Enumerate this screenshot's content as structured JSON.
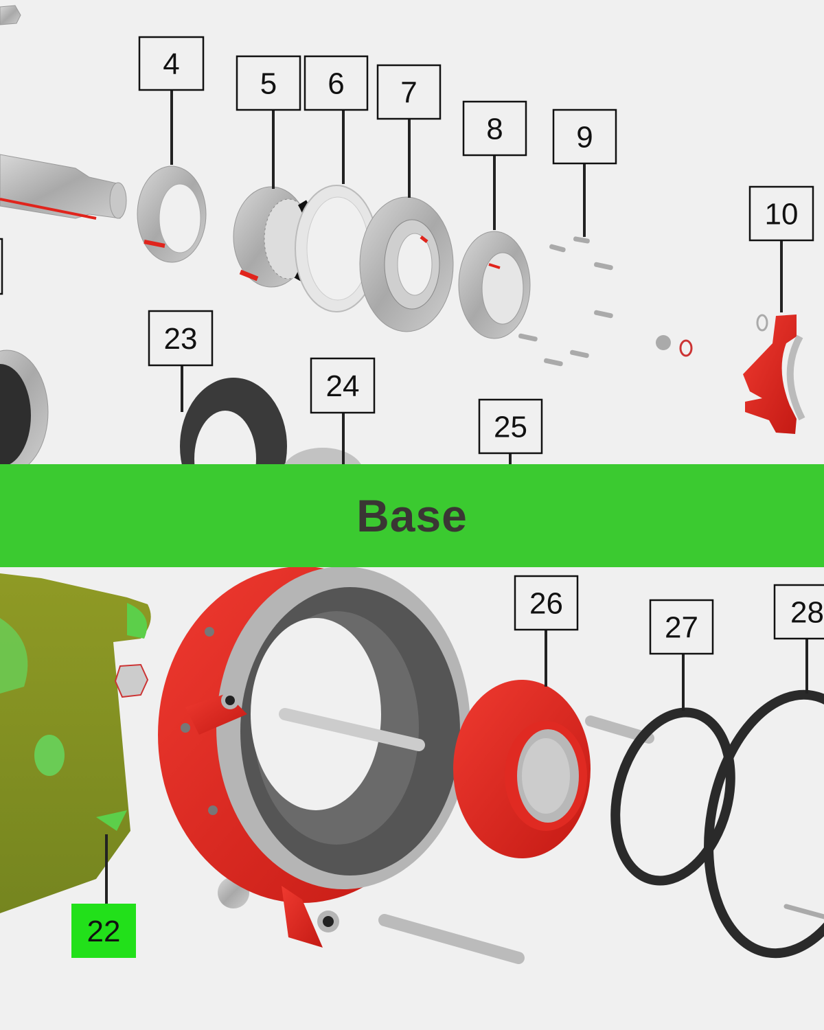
{
  "diagram": {
    "type": "exploded-parts-view",
    "banner": {
      "label": "Base",
      "background": "#3bca30",
      "text_color": "#3a3634"
    },
    "highlight_color": "#22e01a",
    "part_colors": {
      "red": "#e0241c",
      "steel": "#b8b8b8",
      "rubber": "#2a2a2a",
      "highlight_green": "#7c8a1f"
    },
    "callouts_upper": [
      {
        "id": "4",
        "label": "4",
        "part": "spacer ring"
      },
      {
        "id": "5",
        "label": "5",
        "part": "roller bearing"
      },
      {
        "id": "6",
        "label": "6",
        "part": "gasket"
      },
      {
        "id": "7",
        "label": "7",
        "part": "bearing cover"
      },
      {
        "id": "8",
        "label": "8",
        "part": "bearing"
      },
      {
        "id": "9",
        "label": "9",
        "part": "screws"
      },
      {
        "id": "10",
        "label": "10",
        "part": "clamp"
      },
      {
        "id": "23",
        "label": "23",
        "part": "seal ring"
      },
      {
        "id": "24",
        "label": "24",
        "part": "disc"
      },
      {
        "id": "25",
        "label": "25",
        "part": ""
      }
    ],
    "callouts_lower": [
      {
        "id": "22",
        "label": "22",
        "part": "base housing",
        "highlighted": true
      },
      {
        "id": "26",
        "label": "26",
        "part": "bushing"
      },
      {
        "id": "27",
        "label": "27",
        "part": "o-ring"
      },
      {
        "id": "28",
        "label": "28",
        "part": "o-ring"
      }
    ]
  }
}
